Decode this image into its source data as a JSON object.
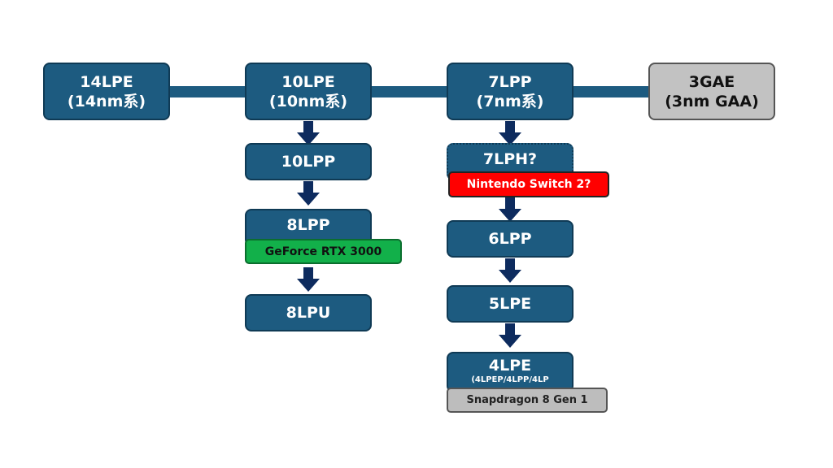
{
  "top_row": [
    {
      "line1": "14LPE",
      "line2": "(14nm系)"
    },
    {
      "line1": "10LPE",
      "line2": "(10nm系)"
    },
    {
      "line1": "7LPP",
      "line2": "(7nm系)"
    },
    {
      "line1": "3GAE",
      "line2": "(3nm GAA)"
    }
  ],
  "branch_10nm": [
    {
      "label": "10LPP"
    },
    {
      "label": "8LPP",
      "tag": "GeForce RTX 3000"
    },
    {
      "label": "8LPU"
    }
  ],
  "branch_7nm": [
    {
      "label": "7LPH?",
      "tag": "Nintendo Switch 2?"
    },
    {
      "label": "6LPP"
    },
    {
      "label": "5LPE"
    },
    {
      "label": "4LPE",
      "sublabel": "(4LPEP/4LPP/4LP",
      "tag": "Snapdragon 8 Gen 1"
    }
  ],
  "colors": {
    "node_fill": "#1d5b80",
    "node_border": "#0f3a55",
    "arrow": "#0d2b5e",
    "future_node_fill": "#c2c2c2",
    "tag_red": "#ff0000",
    "tag_green": "#12b04a",
    "tag_gray": "#bdbdbd"
  }
}
